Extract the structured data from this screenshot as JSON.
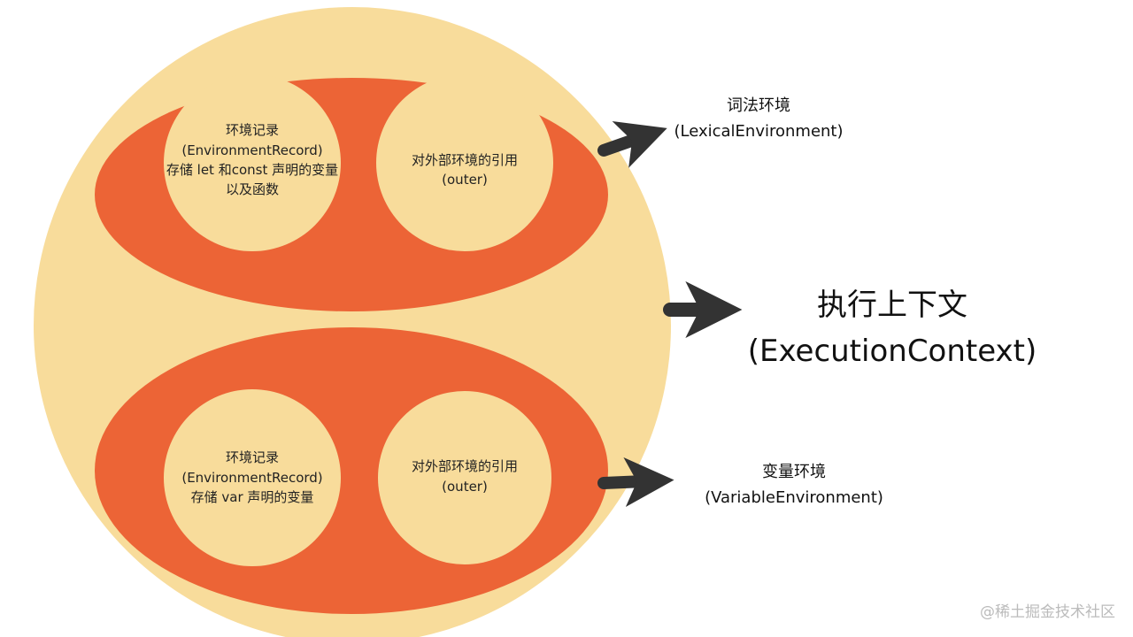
{
  "colors": {
    "outer": "#f8dc9b",
    "ellipse": "#ec6436",
    "inner": "#f8dc9b",
    "arrow": "#333333"
  },
  "lexical": {
    "record": {
      "lines": [
        "环境记录",
        "(EnvironmentRecord)",
        "存储 let 和const 声明的变量",
        "以及函数"
      ]
    },
    "outer": {
      "lines": [
        "对外部环境的引用",
        "(outer)"
      ]
    },
    "label": {
      "lines": [
        "词法环境",
        "(LexicalEnvironment)"
      ]
    }
  },
  "variable": {
    "record": {
      "lines": [
        "环境记录",
        "(EnvironmentRecord)",
        "存储 var 声明的变量"
      ]
    },
    "outer": {
      "lines": [
        "对外部环境的引用",
        "(outer)"
      ]
    },
    "label": {
      "lines": [
        "变量环境",
        "(VariableEnvironment)"
      ]
    }
  },
  "context": {
    "lines": [
      "执行上下文",
      "(ExecutionContext)"
    ]
  },
  "watermark": "@稀土掘金技术社区"
}
